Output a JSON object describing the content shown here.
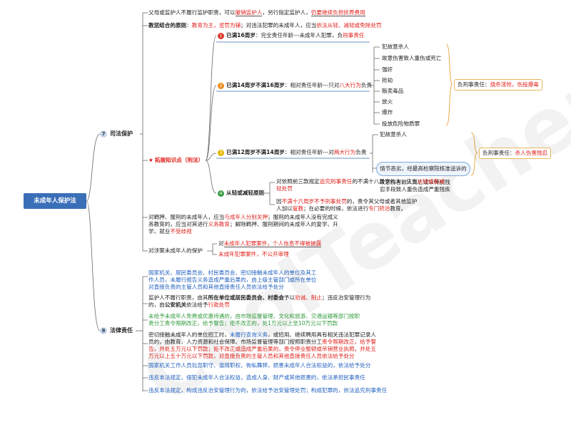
{
  "root": "未成年人保护法",
  "branch1": {
    "num": "7",
    "title": "司法保护",
    "top": {
      "guardian_a": "父母或监护人不履行监护职责，可以",
      "guardian_b": "撤销监护人",
      "guardian_c": "，另行指定监护人，",
      "guardian_d": "仍要继续负担抚养费用",
      "edu_a": "教惩结合的原则",
      "edu_b": "：",
      "edu_c": "教育为主，惩罚为辅",
      "edu_d": "；对违法犯罪的未成年人，应当",
      "edu_e": "依法从轻、减轻或免除处罚"
    },
    "expand": {
      "label": "拓展知识点（刑法）",
      "age16": {
        "n": "1",
        "title": "已满16周岁",
        "desc_a": "：完全责任年龄---未成年人犯罪，负",
        "desc_b": "刑事责任"
      },
      "age14": {
        "n": "2",
        "title": "已满14周岁不满16周岁",
        "desc_a": "：相对责任年龄---只对",
        "desc_b": "八大行为",
        "desc_c": "负责",
        "crimes": [
          "犯故意杀人",
          "故意伤害致人重伤或死亡",
          "强奸",
          "抢劫",
          "贩卖毒品",
          "放火",
          "爆炸",
          "投放危险物质罪"
        ],
        "callout_a": "负刑事责任：",
        "callout_b": "烧杀淫抢，伤投爆毒"
      },
      "age12": {
        "n": "3",
        "title": "已满12周岁不满14周岁",
        "desc_a": "：相对责任年龄---对",
        "desc_b": "两大行为",
        "desc_c": "负责",
        "item1": "犯故意杀人",
        "bubble": "情节恶劣，经最高检察院核准追诉的",
        "item2a": "故意伤害致人死亡或以特别残",
        "item2b": "忍手段致人重伤造成严重残疾",
        "callout_a": "负刑事责任：",
        "callout_b": "杀人伤害残忍"
      },
      "lenient": {
        "n": "4",
        "title": "从轻或减轻原则",
        "a1": "对依照前三款规定",
        "a2": "追究刑事责任",
        "a3": "的不满十八周岁的人，应当",
        "a4": "从轻或者减",
        "a5": "轻处罚",
        "b1": "因",
        "b2": "不满十六周岁不予刑事处罚",
        "b3": "的，责令其父母或者其他监护",
        "b4": "人加以",
        "b5": "管教",
        "b6": "；在必要的时候，依法进行",
        "b7": "专门矫治",
        "b8": "教育。"
      }
    },
    "detain": {
      "l1a": "对羁押、服刑的未成年人，应当",
      "l1b": "与成年人分别关押",
      "l1c": "；服刑的未成年人没有完成义",
      "l2a": "务教育的，应当对其进行",
      "l2b": "义务教育",
      "l2c": "；解除羁押、服刑期间的未成年人的复学、升",
      "l3a": "学、就业",
      "l3b": "不受歧视"
    },
    "involved": {
      "label": "对涉案未成年人的保护",
      "item1a": "对",
      "item1b": "未成年人犯罪案件，个人信息不得被披露",
      "item2": "未成年犯罪案件，不公开审理"
    }
  },
  "branch2": {
    "num": "8",
    "title": "法律责任",
    "n1": [
      "国家机关、居民委员会、村民委员会、密切接触未成年人的单位及其工",
      "作人员，未履行报告义务造成严重后果的，由上级主管部门或所在单位",
      "对直接负责的主管人员和其他直接责任人员依法给予处分"
    ],
    "n2": {
      "a": "监护人不履行职责，由其",
      "b": "所在单位或居民委员会、村委会",
      "c": "予以",
      "d": "劝诫、制止",
      "e": "；违反治安管理行为",
      "f": "的，由",
      "g": "公安机关",
      "h": "依法给予",
      "i": "行政处罚"
    },
    "n3": [
      "未给予未成年人免费或优惠待遇的，由市场监督管理、文化和旅游、交通运输等部门按职",
      "责分工责令限期改正，给予警告；拒不改正的，处1万元以上至10万元以下罚款"
    ],
    "n4": {
      "a": "密切接触未成年人的单位招工时，",
      "b": "未履行查询义务",
      "c": "，或招用、继续聘用具有相关违法犯罪记录人",
      "d": "员的，由教育、人力资源和社会保障、市场监督管理等部门按照职责分工",
      "e": "责令限期改正，给予警",
      "f": "告，并处五万元以下罚款；拒不改正或造成严重后果的，责令停业整顿或吊销营业执照，并处五",
      "g": "万元以上五十万元以下罚款，对直接负责的主管人员和其他直接责任人员依法给予处分"
    },
    "n5": "国家机关工作人员玩忽职守、滥用职权、徇私舞弊，损害未成年人合法权益的，依法给予处分",
    "n6": "违反本法规定，侵犯未成年人合法权益，造成人身、财产或其他损害的，依法承担民事责任",
    "n7": "违反本法规定，构成违反治安管理行为的，依法给予治安管理处罚；构成犯罪的，依法追究刑事责任"
  },
  "watermark": "CoolTeacher",
  "colors": {
    "root": "#3a6fb8",
    "red": "#e0201a",
    "blue": "#1f5fbf",
    "green": "#2f9a3a",
    "line": "#555555"
  }
}
